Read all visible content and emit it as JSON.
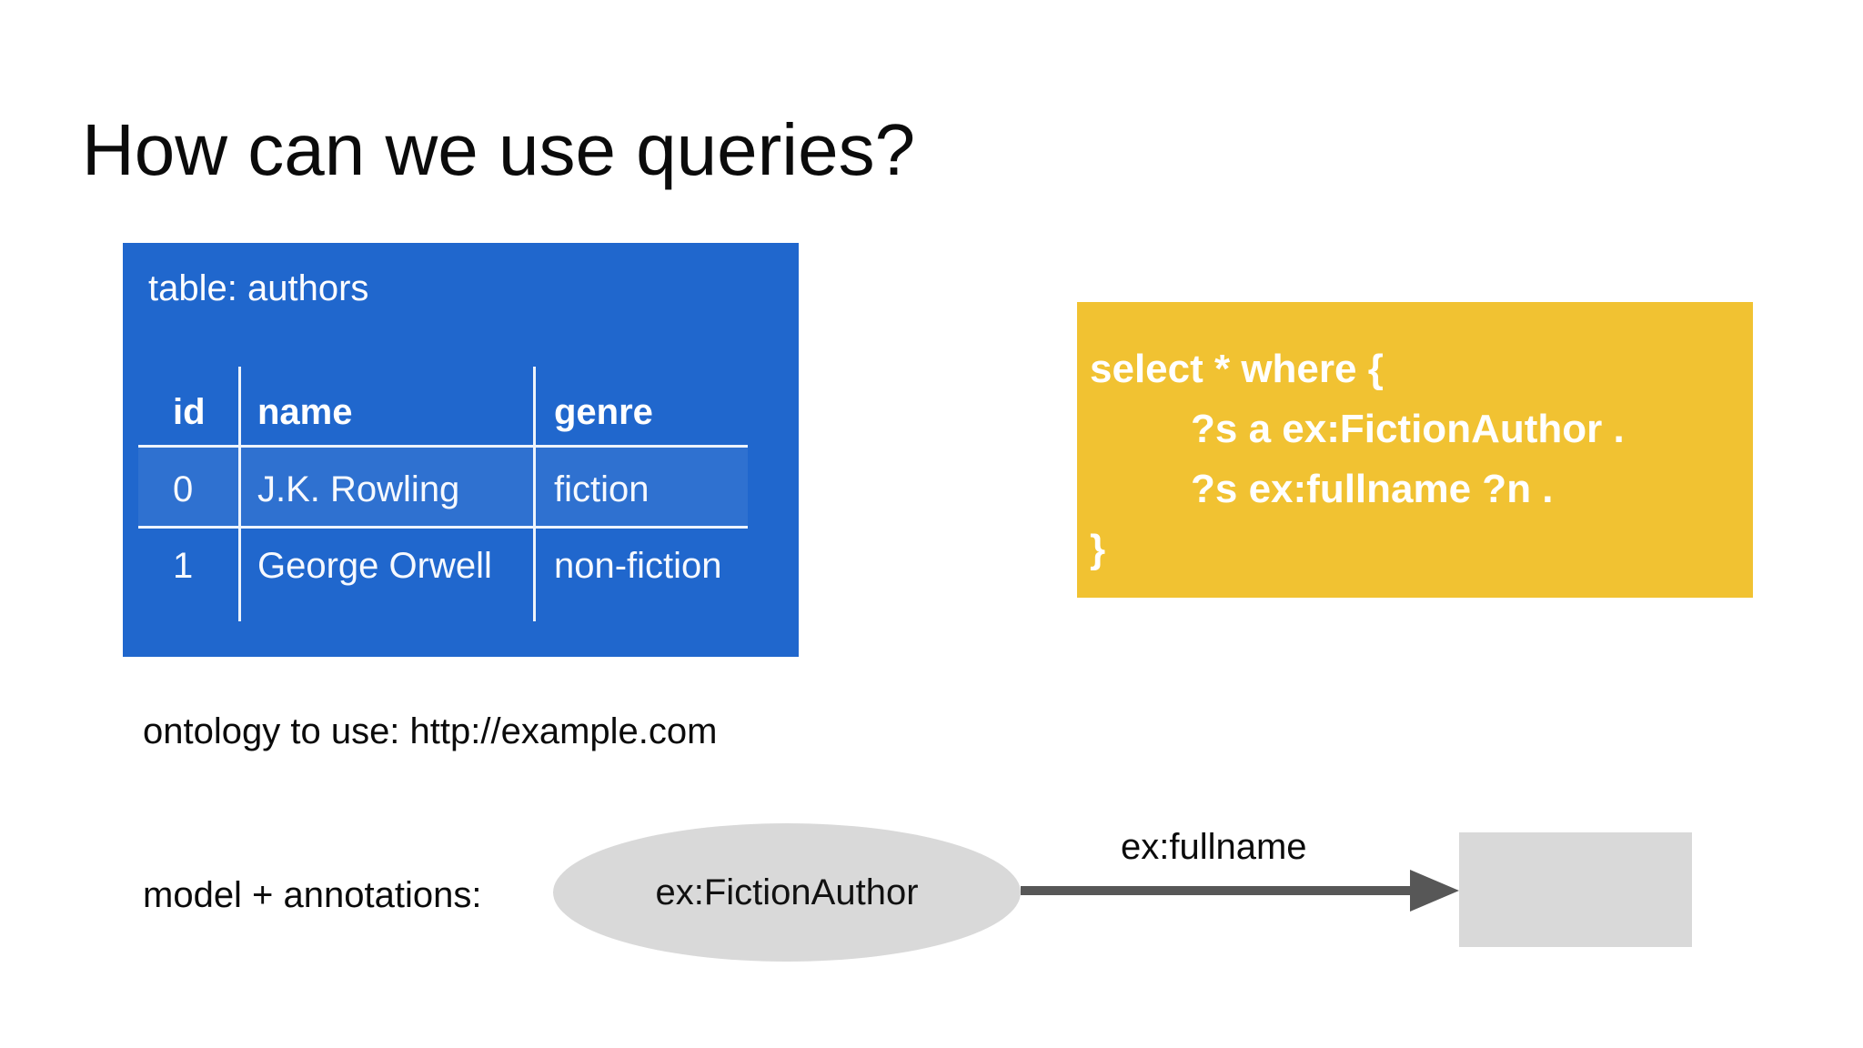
{
  "slide": {
    "title": "How can we use queries?"
  },
  "authors_table": {
    "caption": "table: authors",
    "headers": [
      "id",
      "name",
      "genre"
    ],
    "rows": [
      [
        "0",
        "J.K. Rowling",
        "fiction"
      ],
      [
        "1",
        "George Orwell",
        "non-fiction"
      ]
    ]
  },
  "query": {
    "lines": [
      "select * where {",
      "?s a ex:FictionAuthor .",
      "?s ex:fullname ?n .",
      "}"
    ]
  },
  "notes": {
    "ontology": "ontology to use: http://example.com",
    "model": "model + annotations:"
  },
  "diagram": {
    "class_node_label": "ex:FictionAuthor",
    "edge_label": "ex:fullname"
  },
  "colors": {
    "table_panel": "#2067cd",
    "query_panel": "#f1c232",
    "node_fill": "#d9d9d9",
    "arrow": "#575757",
    "panel_text": "#ffffff",
    "body_text": "#0b0b0b"
  }
}
